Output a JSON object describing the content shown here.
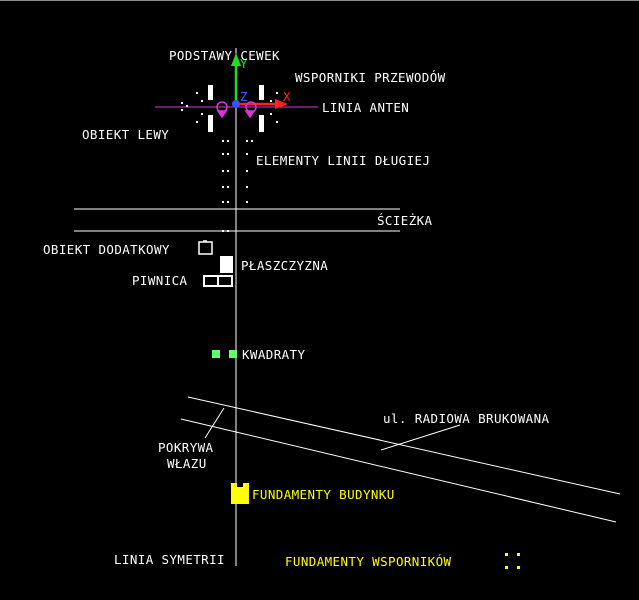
{
  "labels": {
    "podstawy_cewek": "PODSTAWY CEWEK",
    "wsporniki_przewodow": "WSPORNIKI PRZEWODÓW",
    "linia_anten": "LINIA ANTEN",
    "obiekt_lewy": "OBIEKT LEWY",
    "elementy_linii_dlugiej": "ELEMENTY LINII DŁUGIEJ",
    "sciezka": "ŚCIEŻKA",
    "obiekt_dodatkowy": "OBIEKT DODATKOWY",
    "plaszczyzna": "PŁASZCZYZNA",
    "piwnica": "PIWNICA",
    "kwadraty": "KWADRATY",
    "ulica": "ul. RADIOWA BRUKOWANA",
    "pokrywa_1": "POKRYWA",
    "pokrywa_2": "WŁAZU",
    "fundamenty_budynku": "FUNDAMENTY BUDYNKU",
    "linia_symetrii": "LINIA SYMETRII",
    "fundamenty_wspornikow": "FUNDAMENTY WSPORNIKÓW"
  },
  "ucs_icon": {
    "axis_y": "Y",
    "axis_x": "X",
    "axis_z": "Z"
  },
  "colors": {
    "background": "#000000",
    "line": "#ffffff",
    "label": "#ffffff",
    "yellow": "#ffff00",
    "green": "#66ff66",
    "magenta": "#dd33dd",
    "red": "#ff2222"
  }
}
